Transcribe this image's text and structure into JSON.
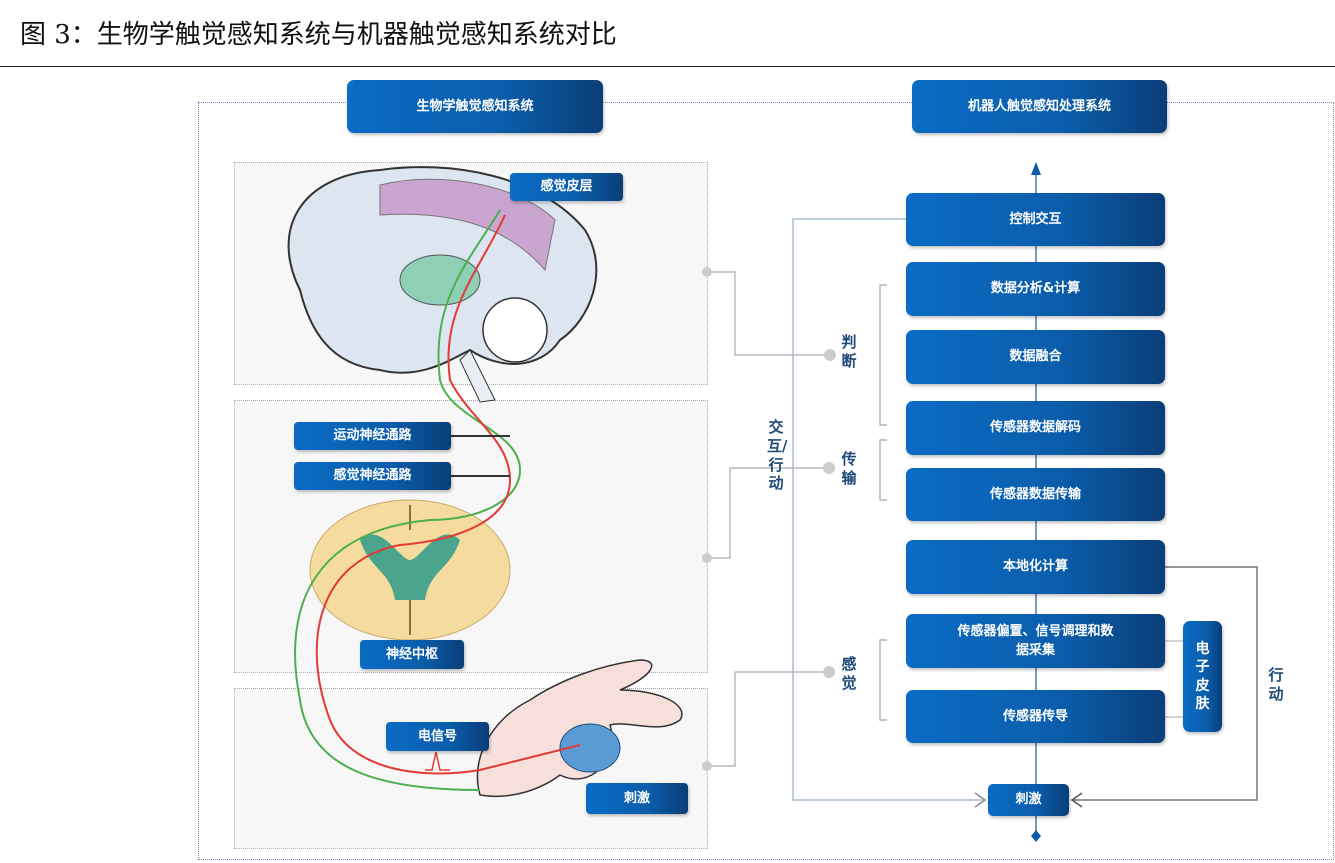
{
  "title": "图 3：生物学触觉感知系统与机器触觉感知系统对比",
  "left": {
    "header": "生物学触觉感知系统",
    "labels": {
      "cortex": "感觉皮层",
      "motor": "运动神经通路",
      "sensory": "感觉神经通路",
      "center": "神经中枢",
      "signal": "电信号",
      "stimulus": "刺激"
    }
  },
  "right": {
    "header": "机器人触觉感知处理系统",
    "boxes": [
      "控制交互",
      "数据分析&计算",
      "数据融合",
      "传感器数据解码",
      "传感器数据传输",
      "本地化计算",
      "传感器偏置、信号调理和数据采集",
      "传感器传导"
    ],
    "eskin": "电子皮肤",
    "stimulus": "刺激",
    "stages": {
      "judge": "判断",
      "transmit": "传输",
      "sense": "感觉"
    },
    "interaction": "交互/行动",
    "action": "行动"
  },
  "colors": {
    "box": "#0b5dab",
    "label": "#1f4a78",
    "sensory_path": "#4caf50",
    "motor_path": "#e53935"
  }
}
